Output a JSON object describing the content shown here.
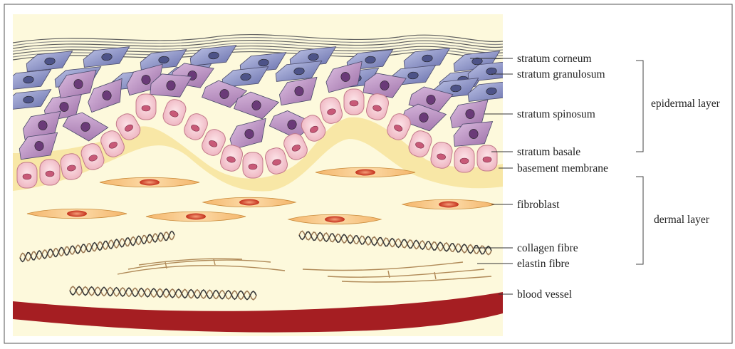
{
  "labels": {
    "stratum_corneum": "stratum corneum",
    "stratum_granulosum": "stratum granulosum",
    "stratum_spinosum": "stratum spinosum",
    "stratum_basale": "stratum basale",
    "basement_membrane": "basement membrane",
    "fibroblast": "fibroblast",
    "collagen_fibre": "collagen fibre",
    "elastin_fibre": "elastin fibre",
    "blood_vessel": "blood vessel"
  },
  "groups": {
    "epidermal": "epidermal layer",
    "dermal": "dermal layer"
  },
  "colors": {
    "dermis": "#fdf9dc",
    "basement": "#f8e7a6",
    "basale_cell": "#f7cfd6",
    "spinosum_cell": "#b98ec0",
    "granulosum_cell": "#8a90c4",
    "corneum": "#7a7a7a",
    "fibroblast": "#f5c27e",
    "fibroblast_nucleus": "#d8412a",
    "collagen_dark": "#3a3a3a",
    "collagen_light": "#9c7a55",
    "elastin": "#b08a58",
    "blood_vessel": "#a51e22"
  }
}
